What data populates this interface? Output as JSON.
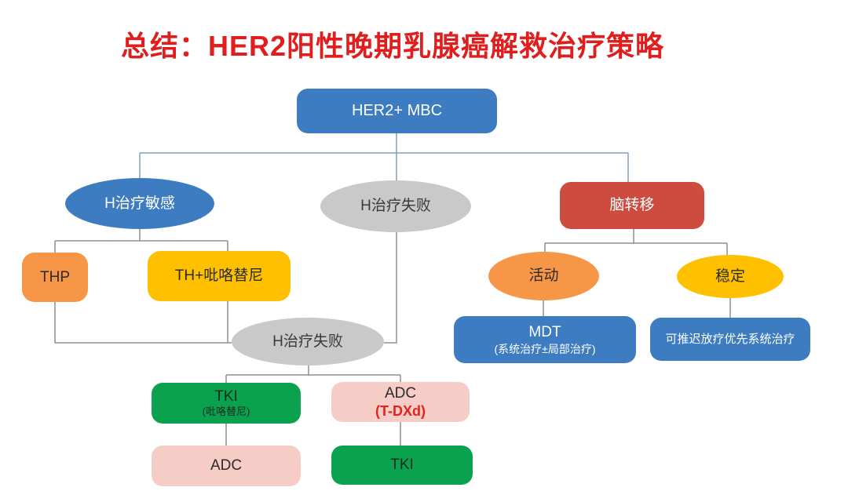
{
  "title": "总结：HER2阳性晚期乳腺癌解救治疗策略",
  "colors": {
    "title_red": "#e01e1e",
    "blue": "#3e7cc1",
    "red": "#cd4b3f",
    "orange": "#f79646",
    "yellow": "#ffc000",
    "gray": "#c9c9c9",
    "green": "#0aa24e",
    "pink": "#f5cdc6",
    "tdxd_red": "#e0241c",
    "line_blue": "#7da0bd",
    "line_gray": "#8f8f8f"
  },
  "nodes": {
    "root": {
      "label": "HER2+ MBC"
    },
    "h_sensitive": {
      "label": "H治疗敏感"
    },
    "h_failure_1": {
      "label": "H治疗失败"
    },
    "brain_mets": {
      "label": "脑转移"
    },
    "thp": {
      "label": "THP"
    },
    "th_pyrotinib": {
      "label": "TH+吡咯替尼"
    },
    "h_failure_2": {
      "label": "H治疗失败"
    },
    "tki_pyrotinib": {
      "label": "TKI",
      "sublabel": "(吡咯替尼)"
    },
    "adc_tdxd": {
      "label": "ADC",
      "sublabel": "(T-DXd)"
    },
    "adc": {
      "label": "ADC"
    },
    "tki": {
      "label": "TKI"
    },
    "active": {
      "label": "活动"
    },
    "stable": {
      "label": "稳定"
    },
    "mdt": {
      "label": "MDT",
      "sublabel": "(系统治疗±局部治疗)"
    },
    "defer_rt": {
      "label": "可推迟放疗优先系统治疗"
    }
  }
}
